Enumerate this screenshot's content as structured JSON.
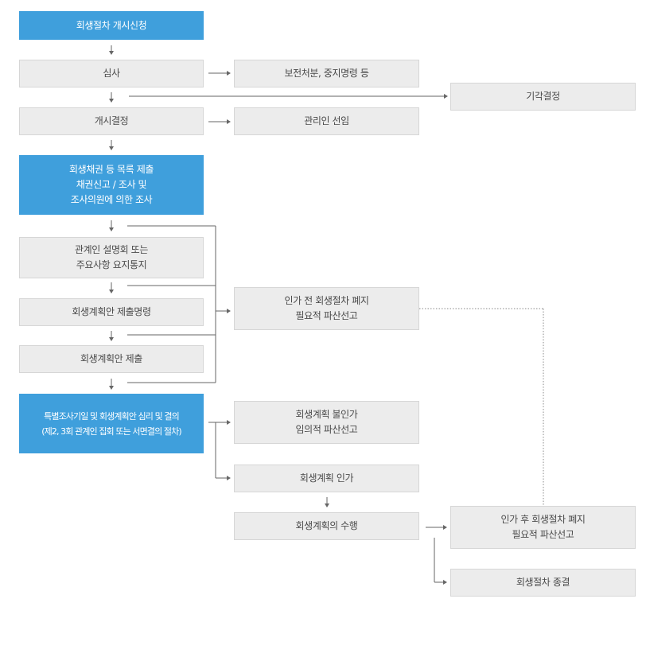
{
  "nodes": {
    "application": "회생절차 개시신청",
    "review": "심사",
    "preservation": "보전처분, 중지명령 등",
    "dismissal": "기각결정",
    "commencement": "개시결정",
    "trustee": "관리인 선임",
    "claims": "회생채권 등 목록 제출\n채권신고 / 조사 및\n조사의원에 의한 조사",
    "briefing": "관계인 설명회 또는\n주요사항 요지통지",
    "plan_order": "회생계획안 제출명령",
    "plan_submit": "회생계획안 제출",
    "abolition_pre": "인가 전 회생절차 폐지\n필요적 파산선고",
    "meeting": "특별조사기일 및 회생계획안 심리 및 결의\n(제2, 3회 관계인 집회 또는 서면결의 절차)",
    "non_approval": "회생계획 불인가\n임의적 파산선고",
    "approval": "회생계획 인가",
    "execution": "회생계획의 수행",
    "abolition_post": "인가 후 회생절차 폐지\n필요적 파산선고",
    "termination": "회생절차 종결"
  },
  "colors": {
    "primary_box": "#3f9fdc",
    "grey_box": "#ececec",
    "border": "#d6d6d6",
    "line": "#666666"
  }
}
